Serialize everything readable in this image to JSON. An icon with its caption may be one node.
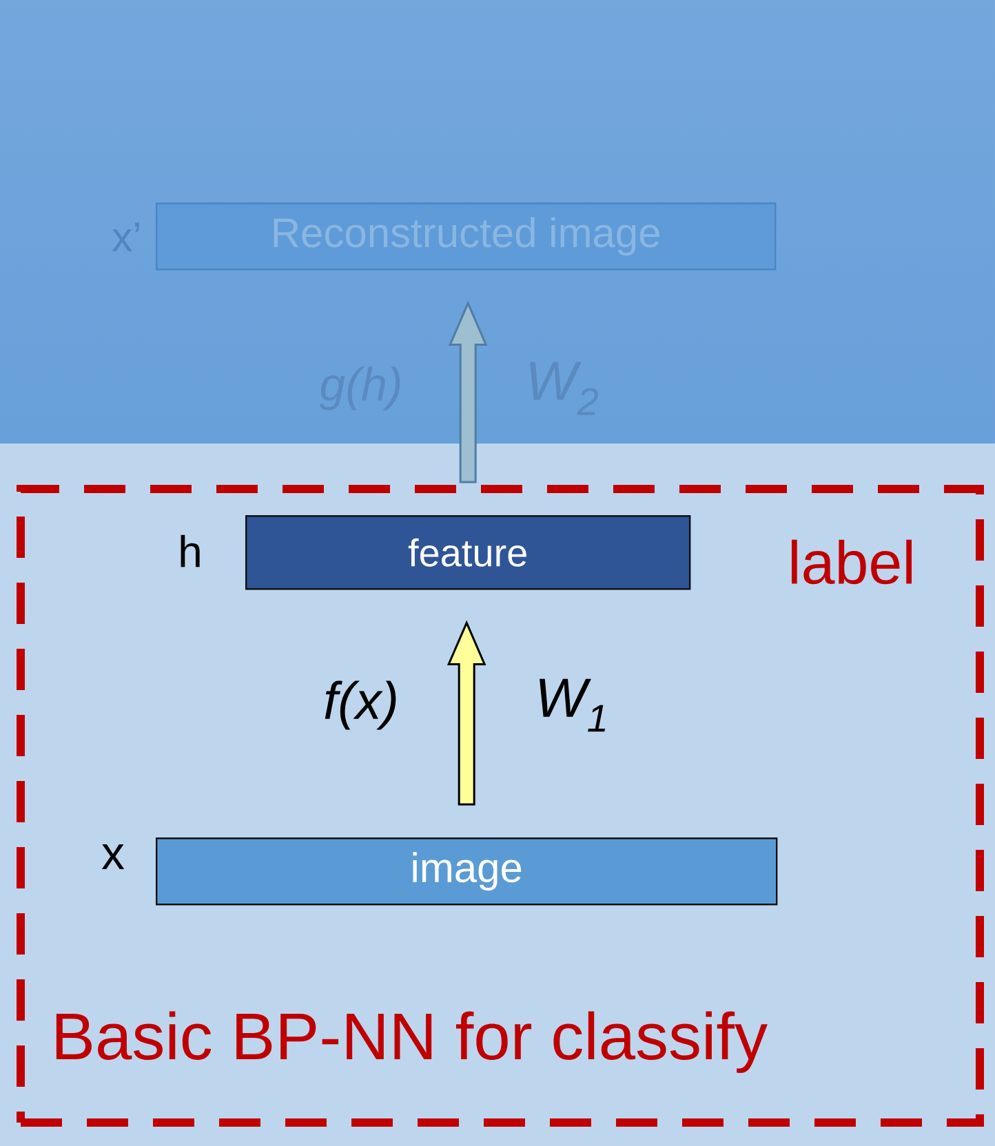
{
  "diagram": {
    "nodes": [
      {
        "text": [
          "Basic BP-NN for classify"
        ]
      },
      {
        "text": [
          "Reconstructed image"
        ],
        "beside": [
          "x’"
        ]
      },
      {
        "text": [
          "feature"
        ],
        "beside": [
          "h"
        ],
        "in": 0
      },
      {
        "text": [
          "image"
        ],
        "beside": [
          "x"
        ],
        "in": 0
      }
    ],
    "edges": [
      {
        "from": 3,
        "to": 2,
        "arrow": "to",
        "color": "#ffff99"
      },
      {
        "from": 2,
        "to": 1,
        "arrow": "to",
        "color": "#9dbfcf"
      }
    ],
    "labels": [
      "g(h)",
      "W$_{2}$",
      "label",
      "f(x)",
      "W$_{1}$"
    ]
  }
}
